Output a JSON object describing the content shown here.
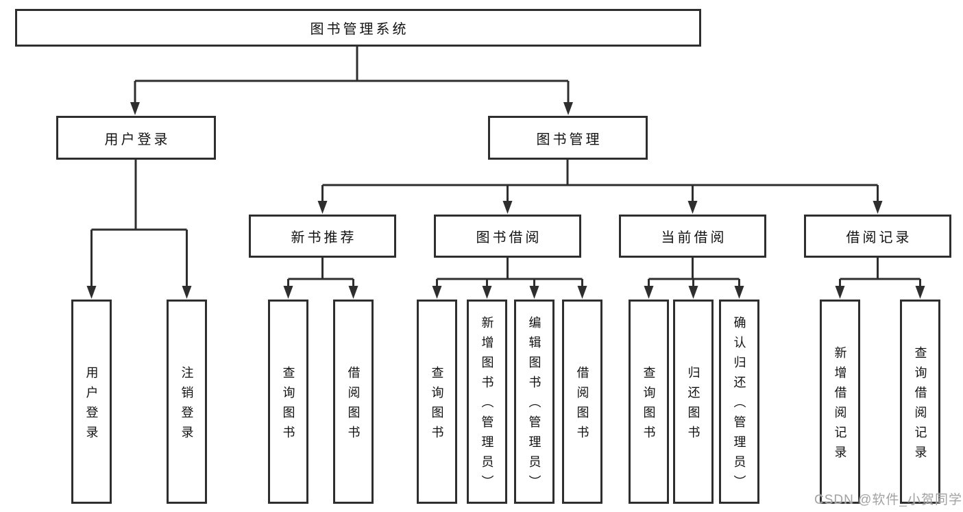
{
  "colors": {
    "line": "#2e2e2e",
    "box_border": "#2e2e2e",
    "box_fill": "#ffffff",
    "text": "#121212",
    "watermark": "#a2a2a2",
    "background": "#ffffff"
  },
  "diagram": {
    "root": {
      "label": "图书管理系统"
    },
    "branches": [
      {
        "label": "用户登录",
        "children": [
          {
            "label": "用户登录"
          },
          {
            "label": "注销登录"
          }
        ]
      },
      {
        "label": "图书管理",
        "children": [
          {
            "label": "新书推荐",
            "children": [
              {
                "label": "查询图书"
              },
              {
                "label": "借阅图书"
              }
            ]
          },
          {
            "label": "图书借阅",
            "children": [
              {
                "label": "查询图书"
              },
              {
                "label": "新增图书（管理员）"
              },
              {
                "label": "编辑图书（管理员）"
              },
              {
                "label": "借阅图书"
              }
            ]
          },
          {
            "label": "当前借阅",
            "children": [
              {
                "label": "查询图书"
              },
              {
                "label": "归还图书"
              },
              {
                "label": "确认归还（管理员）"
              }
            ]
          },
          {
            "label": "借阅记录",
            "children": [
              {
                "label": "新增借阅记录"
              },
              {
                "label": "查询借阅记录"
              }
            ]
          }
        ]
      }
    ]
  },
  "watermark": {
    "text": "CSDN @软件_小贺同学"
  }
}
